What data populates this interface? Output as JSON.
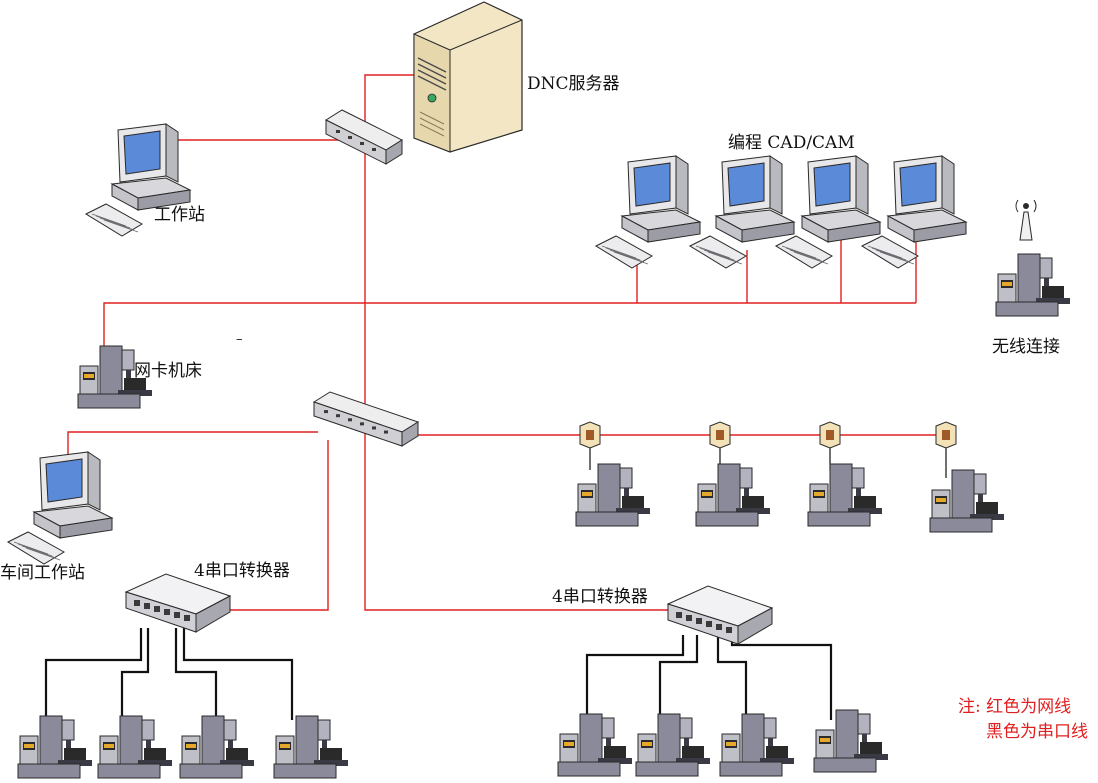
{
  "labels": {
    "server": "DNC服务器",
    "cadcam": "编程 CAD/CAM",
    "workstation": "工作站",
    "wireless": "无线连接",
    "nic_machine": "网卡机床",
    "shop_workstation": "车间工作站",
    "converter_left": "4串口转换器",
    "converter_right": "4串口转换器",
    "dash": "–"
  },
  "legend": {
    "line1": "注: 红色为网线",
    "line2": "黑色为串口线"
  },
  "colors": {
    "network_cable": "#e02020",
    "serial_cable": "#111111",
    "device_body": "#8a8a9a",
    "device_dark": "#3a3a44",
    "screen": "#5a8ad8",
    "server_case": "#f2e6c4"
  }
}
